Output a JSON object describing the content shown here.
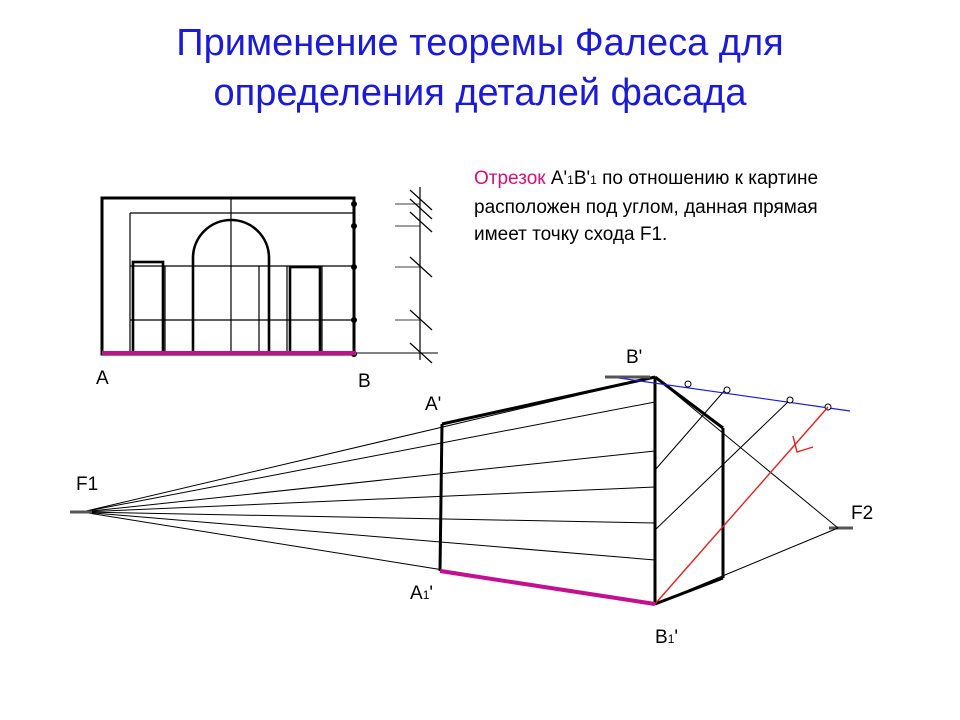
{
  "title": {
    "line1": "Применение теоремы Фалеса для",
    "line2": "определения деталей фасада"
  },
  "description": {
    "highlight": "Отрезок",
    "a": "А'",
    "a_sub": "1",
    "b": "В'",
    "b_sub": "1",
    "rest": " по отношению к картине расположен под углом, данная прямая имеет точку схода F1."
  },
  "labels": {
    "A": "А",
    "B": "В",
    "B_prime": "В'",
    "A_prime": "А'",
    "F1": "F1",
    "F2": "F2",
    "A1_main": "А",
    "A1_sub": "1",
    "A1_tail": "'",
    "B1_main": "В",
    "B1_sub": "1",
    "B1_tail": "'"
  },
  "colors": {
    "title": "#1a1ad8",
    "highlight": "#d0117a",
    "magenta_segment": "#c4108f",
    "red_line": "#e02020",
    "blue_line": "#1a1ad8"
  }
}
